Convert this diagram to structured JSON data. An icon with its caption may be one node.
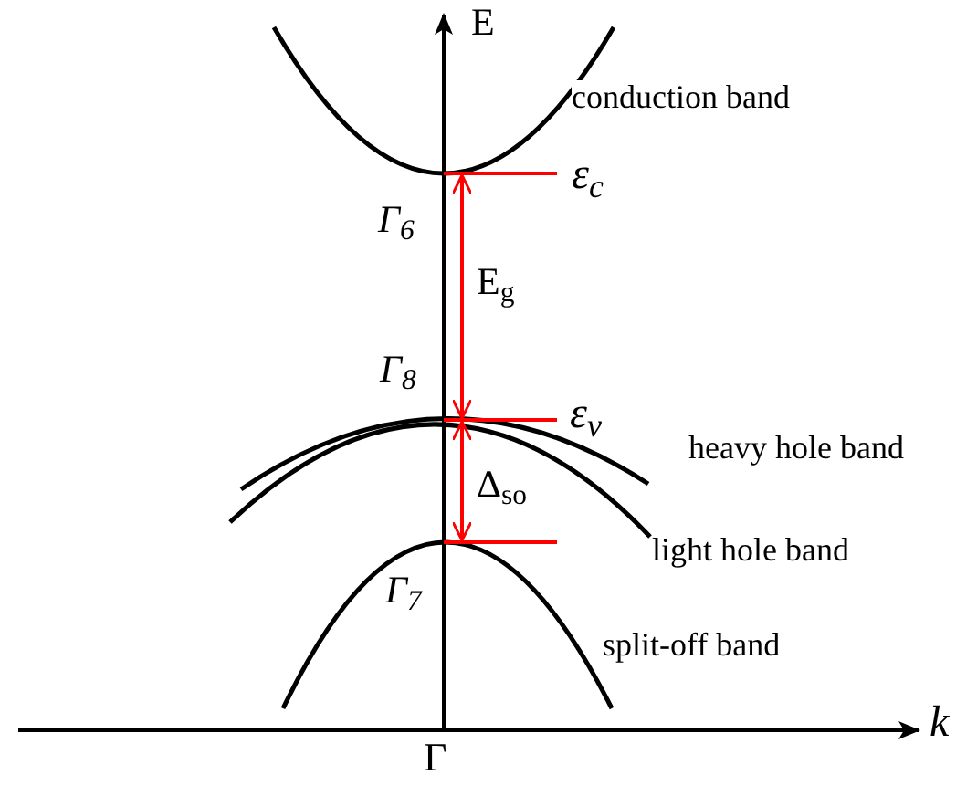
{
  "diagram": {
    "labels": [
      "E",
      "conduction band",
      "ε$_{c}$",
      "Γ$_{6}$",
      "E$_{g}$",
      "Γ$_{8}$",
      "ε$_{v}$",
      "heavy hole band",
      "Δ$_{so}$",
      "light hole band",
      "Γ$_{7}$",
      "split-off band",
      "k",
      "Γ"
    ]
  }
}
